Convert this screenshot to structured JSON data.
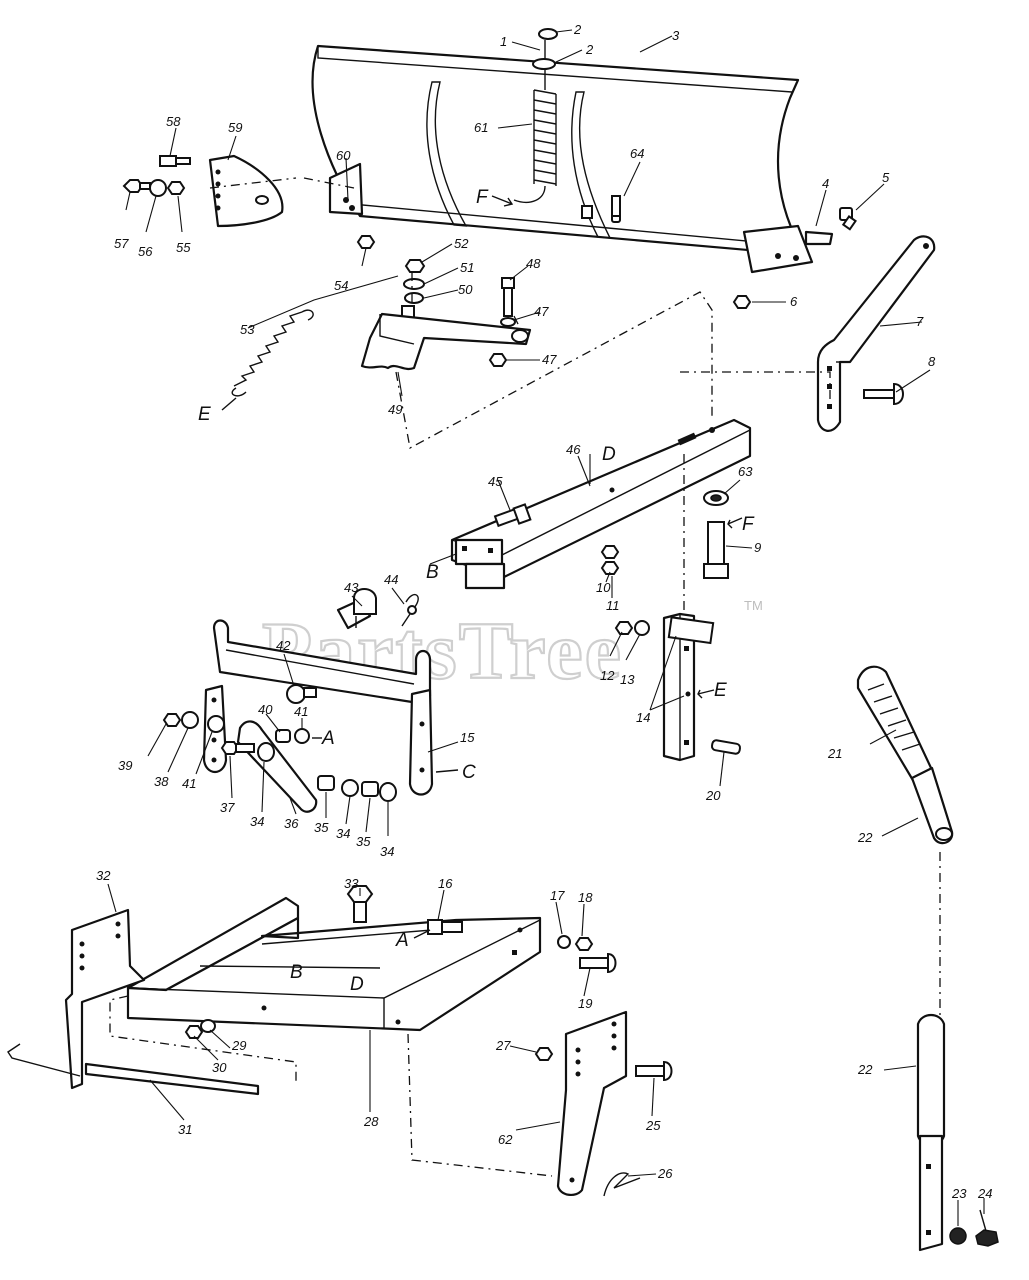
{
  "watermark": {
    "text": "PartsTree",
    "trademark": "TM"
  },
  "reference_letters": [
    "A",
    "B",
    "C",
    "D",
    "E",
    "F"
  ],
  "callouts": [
    "1",
    "2",
    "3",
    "4",
    "5",
    "6",
    "7",
    "8",
    "9",
    "10",
    "11",
    "12",
    "13",
    "14",
    "15",
    "16",
    "17",
    "18",
    "19",
    "20",
    "21",
    "22",
    "23",
    "24",
    "25",
    "26",
    "27",
    "28",
    "29",
    "30",
    "31",
    "32",
    "33",
    "34",
    "35",
    "36",
    "37",
    "38",
    "39",
    "40",
    "41",
    "42",
    "43",
    "44",
    "45",
    "46",
    "47",
    "48",
    "49",
    "50",
    "51",
    "52",
    "53",
    "54",
    "55",
    "56",
    "57",
    "58",
    "59",
    "60",
    "61",
    "62",
    "63",
    "64"
  ]
}
